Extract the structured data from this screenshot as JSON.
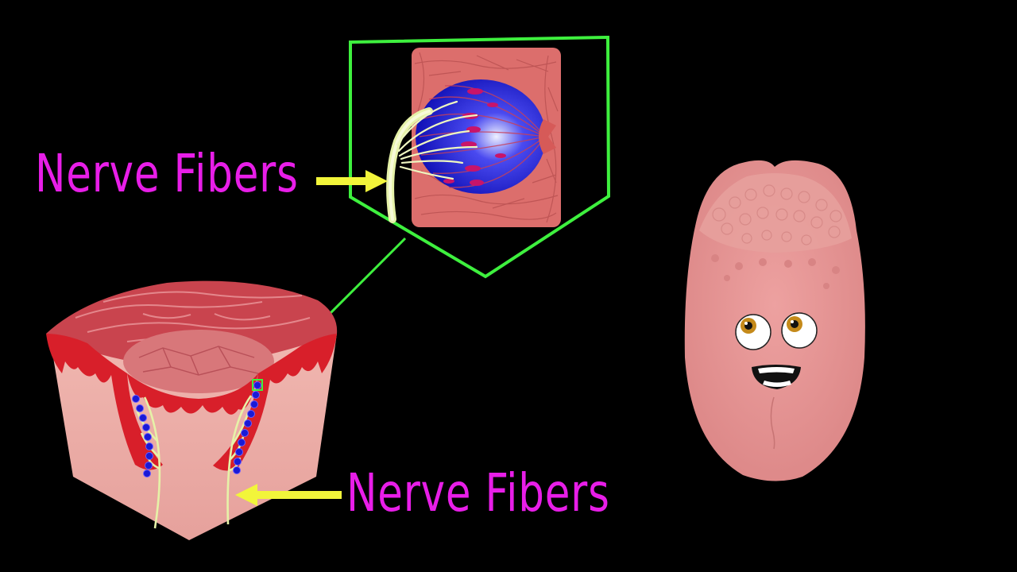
{
  "labels": {
    "top": "Nerve Fibers",
    "bottom": "Nerve Fibers"
  },
  "colors": {
    "background": "#000000",
    "label_text": "#e81ee8",
    "arrow": "#f2f53a",
    "callout_outline": "#3ef03e",
    "tissue_pink": "#e9a9a4",
    "tissue_red": "#d81f2a",
    "receptor_blue": "#1a1ad6",
    "nerve_fiber": "#e6f2a8",
    "tongue": "#e08a8a"
  },
  "icons": {
    "tongue_character": "cartoon-tongue-face",
    "arrow_top": "arrow-right",
    "arrow_bottom": "arrow-left"
  }
}
